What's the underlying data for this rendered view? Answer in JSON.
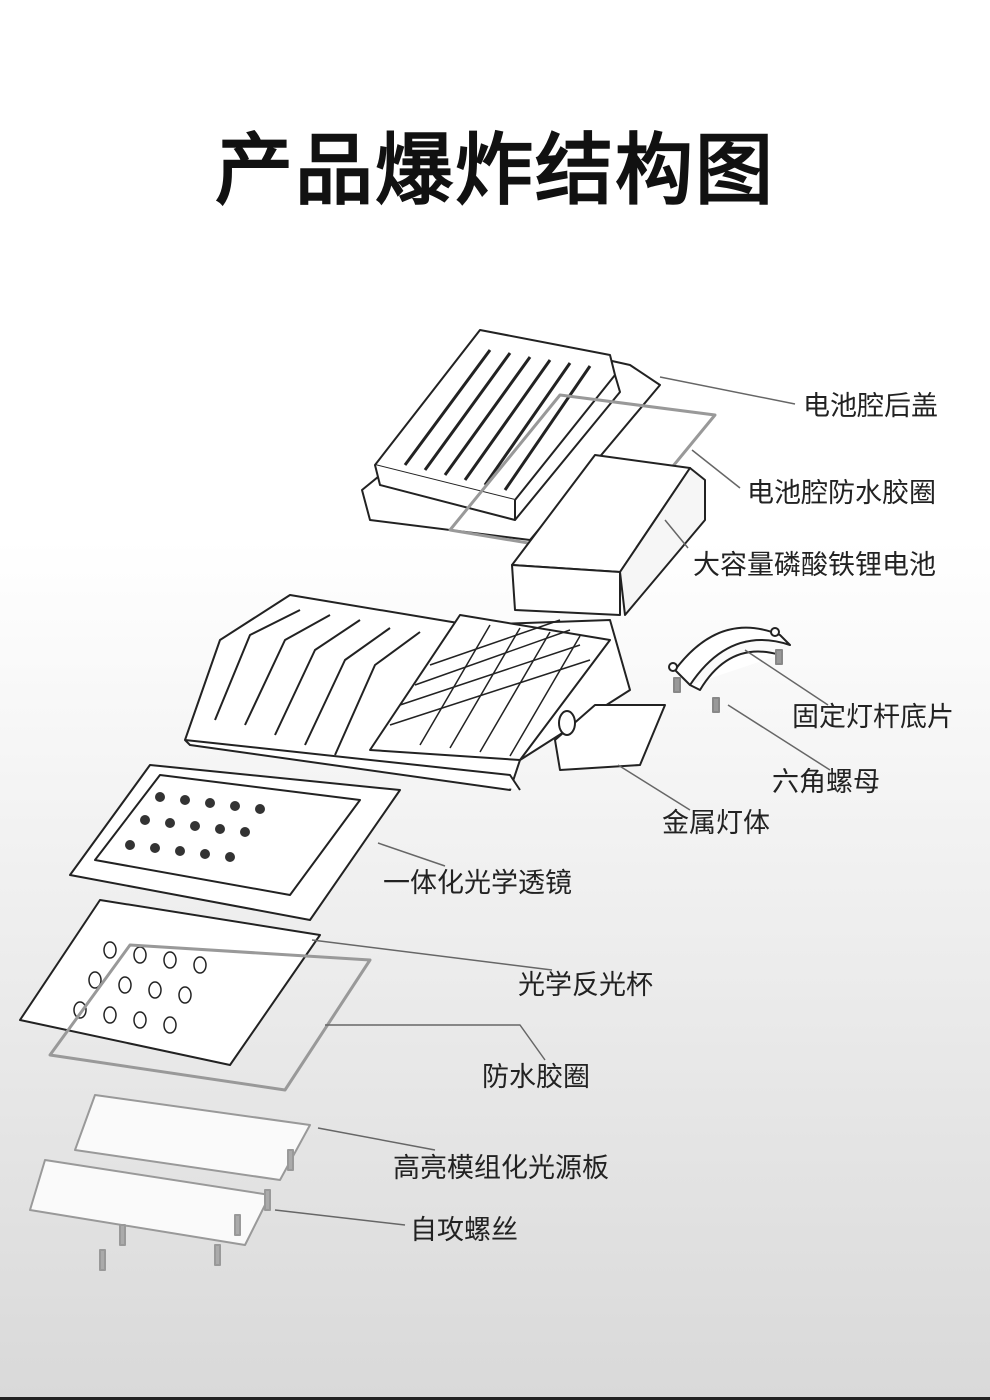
{
  "title": "产品爆炸结构图",
  "labels": {
    "battery_cover": "电池腔后盖",
    "battery_gasket": "电池腔防水胶圈",
    "battery": "大容量磷酸铁锂电池",
    "pole_clamp": "固定灯杆底片",
    "hex_nut": "六角螺母",
    "metal_body": "金属灯体",
    "lens": "一体化光学透镜",
    "reflector": "光学反光杯",
    "gasket": "防水胶圈",
    "led_board": "高亮模组化光源板",
    "screws": "自攻螺丝"
  },
  "colors": {
    "line": "#222222",
    "leader": "#666666"
  }
}
